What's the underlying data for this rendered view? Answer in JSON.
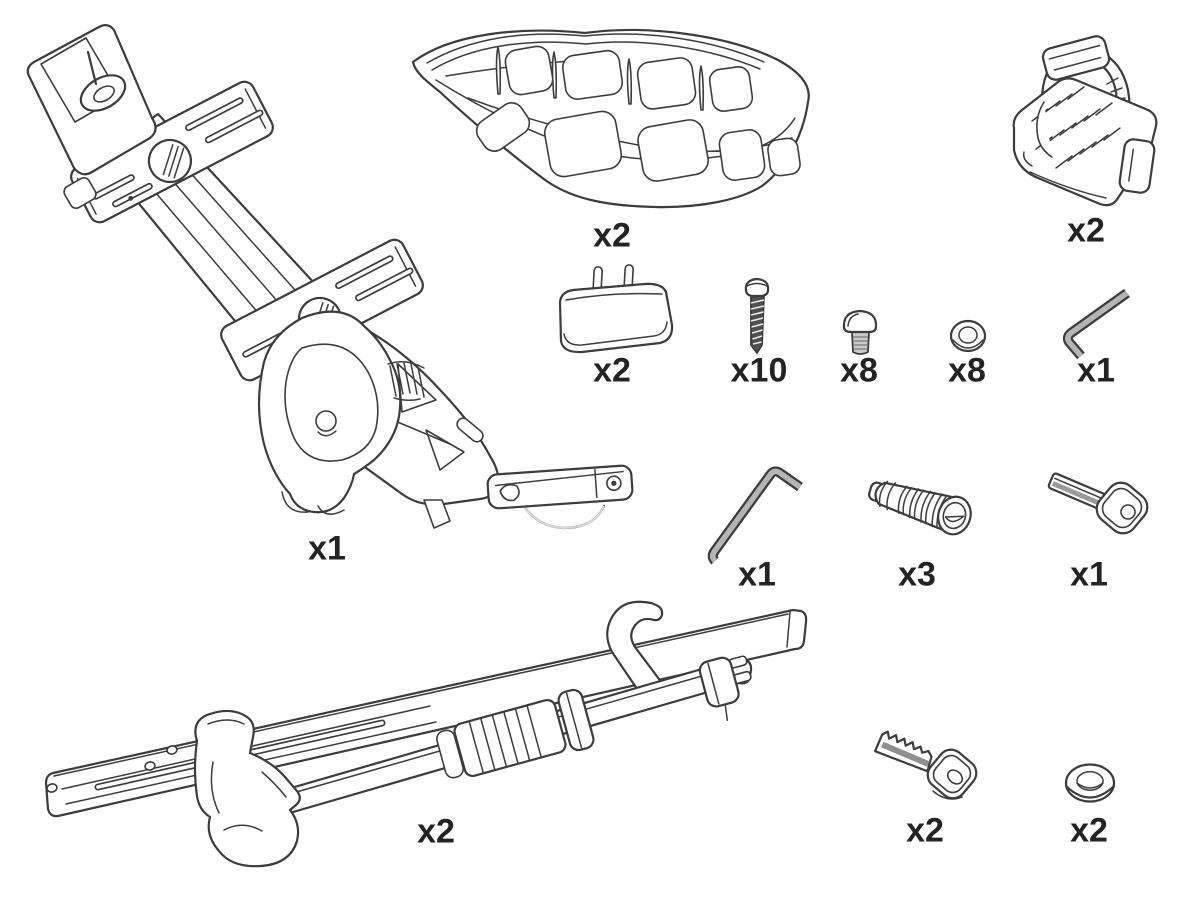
{
  "diagram": {
    "kind": "parts-overview-line-diagram",
    "background": "#ffffff",
    "colors": {
      "line": "#3c3c3c",
      "label": "#232323",
      "metal_light": "#c9c9c9",
      "metal_mid": "#b5b5b5",
      "metal_dark": "#4f4f4f",
      "groove": "#9a9a9a"
    },
    "parts": [
      {
        "id": "main-arm-assembly",
        "icon": "carrier-arm-assembly-icon",
        "qty": "x1"
      },
      {
        "id": "wheel-tray",
        "icon": "wheel-tray-icon",
        "qty": "x2"
      },
      {
        "id": "wheel-strap-holder",
        "icon": "wheel-strap-icon",
        "qty": "x2"
      },
      {
        "id": "frame-pad",
        "icon": "pad-icon",
        "qty": "x2"
      },
      {
        "id": "long-screw",
        "icon": "screw-icon",
        "qty": "x10"
      },
      {
        "id": "button-bolt",
        "icon": "bolt-icon",
        "qty": "x8"
      },
      {
        "id": "washer-small",
        "icon": "washer-icon",
        "qty": "x8"
      },
      {
        "id": "hex-key-short",
        "icon": "hex-key-icon",
        "qty": "x1"
      },
      {
        "id": "hex-key-long",
        "icon": "hex-key-icon",
        "qty": "x1"
      },
      {
        "id": "lock-cylinder",
        "icon": "lock-cylinder-icon",
        "qty": "x3"
      },
      {
        "id": "key-blank",
        "icon": "key-icon",
        "qty": "x1"
      },
      {
        "id": "support-arm-assembly",
        "icon": "support-arm-icon",
        "qty": "x2"
      },
      {
        "id": "key-serrated",
        "icon": "key-icon",
        "qty": "x2"
      },
      {
        "id": "washer-large",
        "icon": "washer-icon",
        "qty": "x2"
      }
    ]
  }
}
